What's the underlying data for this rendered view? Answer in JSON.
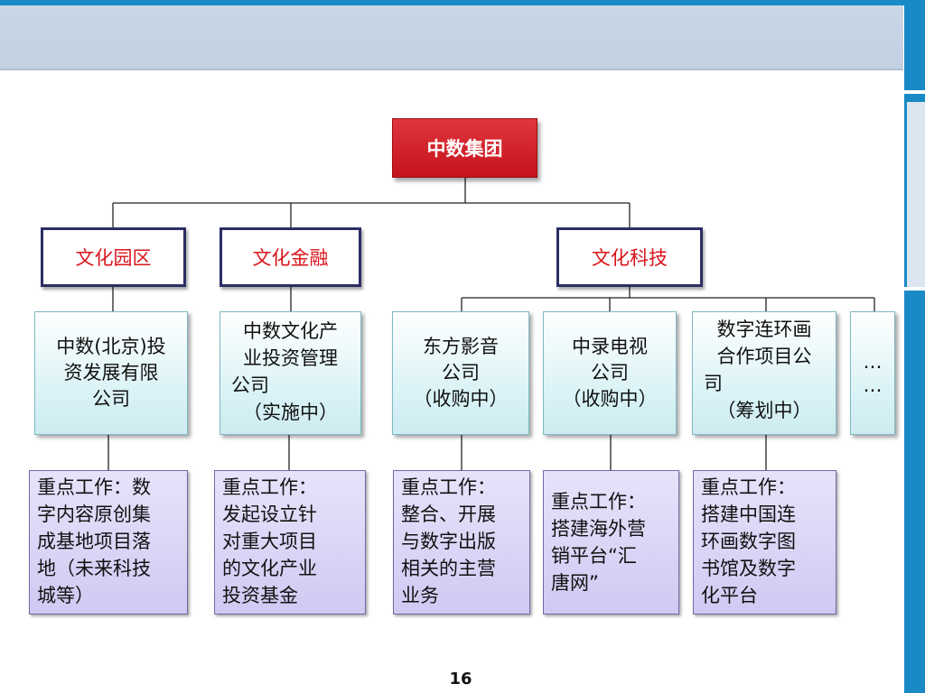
{
  "root": {
    "label": "中数集团"
  },
  "categories": [
    {
      "label": "文化园区"
    },
    {
      "label": "文化金融"
    },
    {
      "label": "文化科技"
    }
  ],
  "companies": [
    {
      "lines": [
        "中数(北京)投",
        "资发展有限",
        "公司"
      ]
    },
    {
      "lines": [
        "中数文化产",
        "业投资管理",
        "公司",
        "（实施中）"
      ]
    },
    {
      "lines": [
        "东方影音",
        "公司",
        "（收购中）"
      ]
    },
    {
      "lines": [
        "中录电视",
        "公司",
        "（收购中）"
      ]
    },
    {
      "lines": [
        "数字连环画",
        "合作项目公",
        "司",
        "（筹划中）"
      ]
    },
    {
      "lines": [
        "…",
        "…"
      ]
    }
  ],
  "work_items": [
    {
      "lines": [
        "重点工作：数",
        "字内容原创集",
        "成基地项目落",
        "地（未来科技",
        "城等）"
      ]
    },
    {
      "lines": [
        "重点工作：",
        "发起设立针",
        "对重大项目",
        "的文化产业",
        "投资基金"
      ]
    },
    {
      "lines": [
        "重点工作：",
        "整合、开展",
        "与数字出版",
        "相关的主营",
        "业务"
      ]
    },
    {
      "lines": [
        "重点工作：",
        "搭建海外营",
        "销平台“汇",
        "唐网”"
      ]
    },
    {
      "lines": [
        "重点工作：",
        "搭建中国连",
        "环画数字图",
        "书馆及数字",
        "化平台"
      ]
    }
  ],
  "page_number": "16"
}
